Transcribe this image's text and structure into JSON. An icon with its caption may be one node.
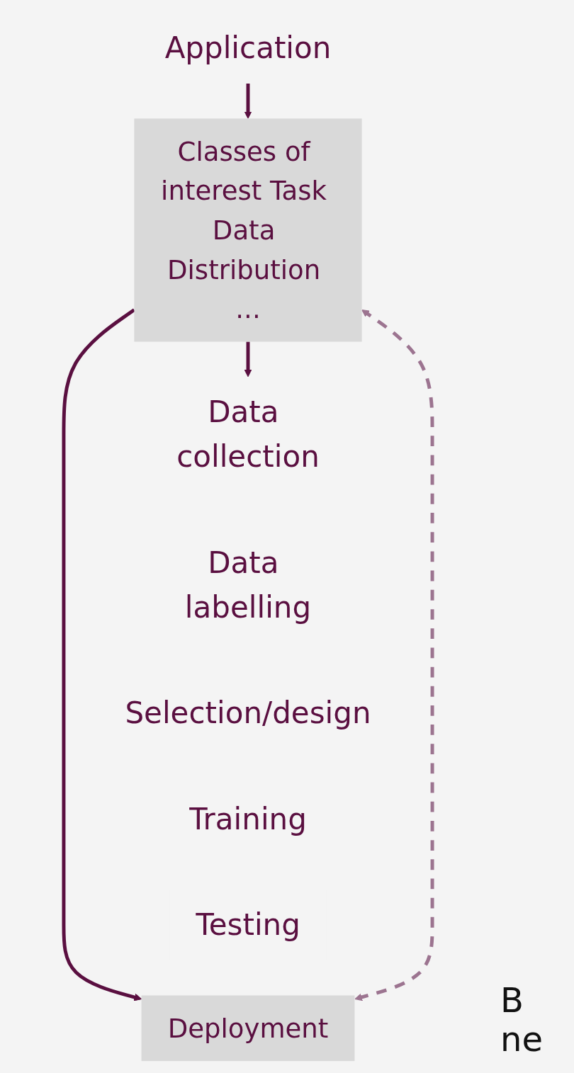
{
  "diagram": {
    "nodes": [
      {
        "text": [
          "Application"
        ]
      },
      {
        "text": [
          "Classes of interest Task Data Distribution ..."
        ]
      },
      {
        "text": [
          "Data collection"
        ]
      },
      {
        "text": [
          "Data labelling"
        ]
      },
      {
        "text": [
          "Selection/design"
        ]
      },
      {
        "text": [
          "Training"
        ]
      },
      {
        "text": [
          "Testing"
        ]
      },
      {
        "text": [
          "Deployment"
        ]
      }
    ],
    "edges": [
      {
        "from": 0,
        "to": 1,
        "arrow": "to"
      },
      {
        "from": 1,
        "to": 2,
        "arrow": "to"
      },
      {
        "from": 1,
        "to": 7,
        "arrow": "to"
      },
      {
        "from": 7,
        "to": 1,
        "arrow": "both",
        "style": "dashed",
        "color": "#9c7490"
      }
    ],
    "labels": [
      "B",
      "ne"
    ]
  }
}
